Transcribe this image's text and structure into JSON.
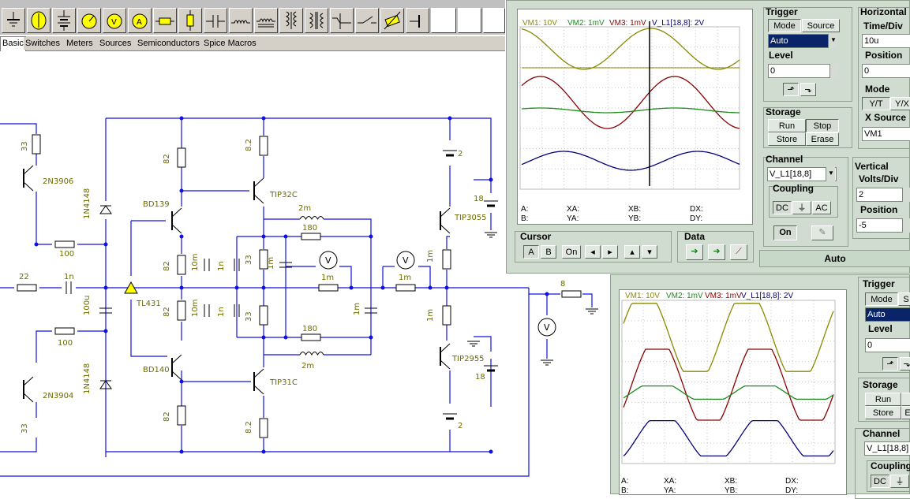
{
  "toolbar": {
    "tabs": [
      "Basic",
      "Switches",
      "Meters",
      "Sources",
      "Semiconductors",
      "Spice Macros"
    ]
  },
  "schematic": {
    "labels": [
      "33",
      "2N3906",
      "1N4148",
      "100",
      "22",
      "1n",
      "100u",
      "TL431",
      "BD139",
      "82",
      "82",
      "10m",
      "82",
      "10m",
      "1n",
      "1n",
      "BD140",
      "82",
      "TIP32C",
      "8.2",
      "2m",
      "180",
      "33",
      "1m",
      "V",
      "1m",
      "33",
      "180",
      "2m",
      "TIP31C",
      "8.2",
      "1m",
      "V",
      "1m",
      "1m",
      "1m",
      "TIP3055",
      "2",
      "18",
      "8",
      "V",
      "TIP2955",
      "18",
      "2",
      "100",
      "2N3904",
      "1N4148",
      "33"
    ]
  },
  "scope1": {
    "legend": [
      "VM1: 10V",
      "VM2: 1mV",
      "VM3: 1mV",
      "V_L1[18,8]: 2V"
    ],
    "readouts": [
      "A:",
      "XA:",
      "XB:",
      "DX:",
      "B:",
      "YA:",
      "YB:",
      "DY:"
    ],
    "trigger": {
      "title": "Trigger",
      "mode_label": "Mode",
      "source_label": "Source",
      "mode_value": "Auto",
      "level_label": "Level",
      "level_value": "0"
    },
    "horizontal": {
      "title": "Horizontal",
      "timediv_label": "Time/Div",
      "timediv_value": "10u",
      "position_label": "Position",
      "position_value": "0",
      "mode_label": "Mode",
      "yt_label": "Y/T",
      "yx_label": "Y/X",
      "xsource_label": "X Source",
      "xsource_value": "VM1"
    },
    "storage": {
      "title": "Storage",
      "run": "Run",
      "stop": "Stop",
      "store": "Store",
      "erase": "Erase"
    },
    "channel": {
      "title": "Channel",
      "value": "V_L1[18,8]",
      "coupling_label": "Coupling",
      "dc": "DC",
      "ac": "AC",
      "on": "On"
    },
    "vertical": {
      "title": "Vertical",
      "voltsdiv_label": "Volts/Div",
      "voltsdiv_value": "2",
      "position_label": "Position",
      "position_value": "-5"
    },
    "cursor": {
      "title": "Cursor",
      "a": "A",
      "b": "B",
      "on": "On"
    },
    "data": {
      "title": "Data"
    },
    "status": "Auto"
  },
  "scope2": {
    "legend": [
      "VM1: 10V",
      "VM2: 1mV",
      "VM3: 1mV",
      "V_L1[18,8]: 2V"
    ],
    "readouts": [
      "A:",
      "XA:",
      "XB:",
      "DX:",
      "B:",
      "YA:",
      "YB:",
      "DY:"
    ],
    "trigger": {
      "title": "Trigger",
      "mode_label": "Mode",
      "source_label": "S",
      "mode_value": "Auto",
      "level_label": "Level",
      "level_value": "0"
    },
    "storage": {
      "title": "Storage",
      "run": "Run",
      "store": "Store",
      "erase": "E"
    },
    "channel": {
      "title": "Channel",
      "value": "V_L1[18,8]",
      "coupling_label": "Coupling",
      "dc": "DC"
    }
  },
  "colors": {
    "wire": "#1010e0",
    "label": "#6b6b00",
    "vm1": "#8a8a00",
    "vm2": "#1a8a1a",
    "vm3": "#8a0000",
    "vl1": "#00007a"
  }
}
